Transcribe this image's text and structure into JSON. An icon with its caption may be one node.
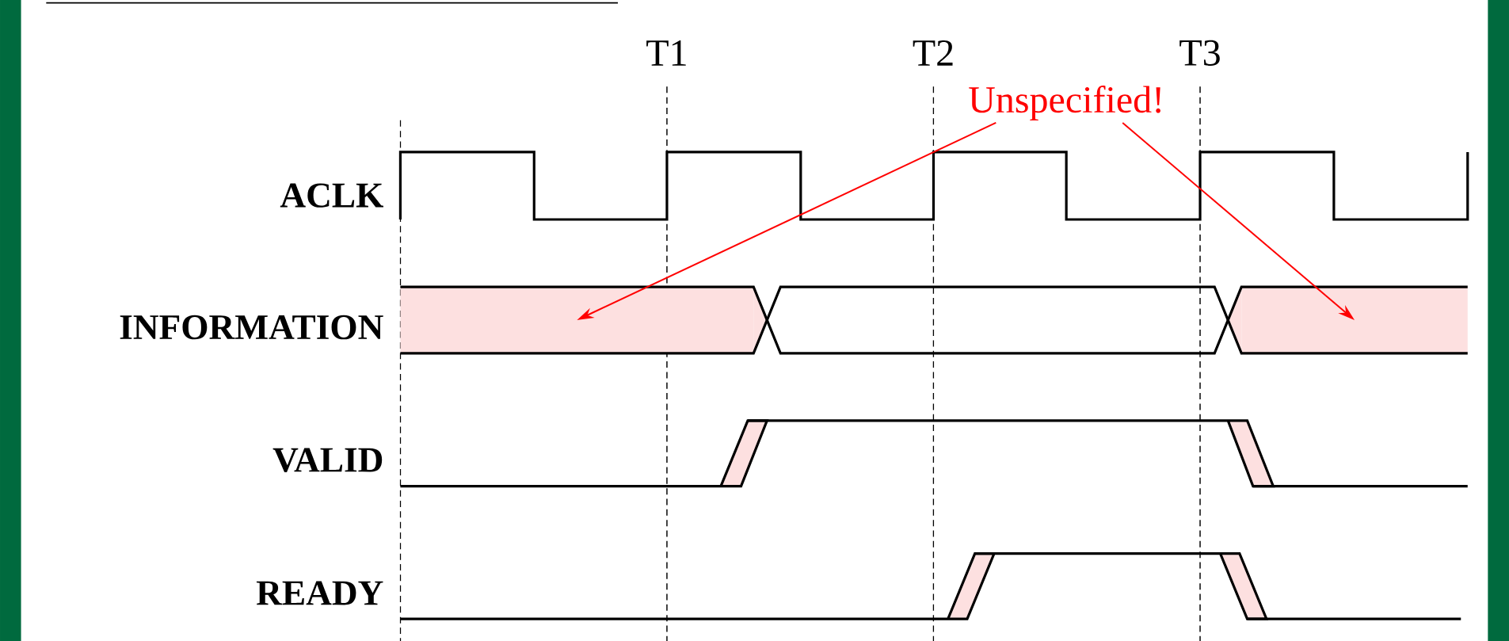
{
  "diagram": {
    "nodes": [
      {
        "text": [
          "Unspecified!"
        ]
      },
      {
        "text": [],
        "shape": "box"
      },
      {
        "text": [],
        "shape": "box"
      }
    ],
    "edges": [
      {
        "from": 0,
        "to": 1,
        "arrow": "to"
      },
      {
        "from": 0,
        "to": 2,
        "arrow": "to"
      }
    ],
    "labels": [
      "T1",
      "T2",
      "T3",
      "ACLK",
      "INFORMATION",
      "VALID",
      "READY"
    ]
  }
}
